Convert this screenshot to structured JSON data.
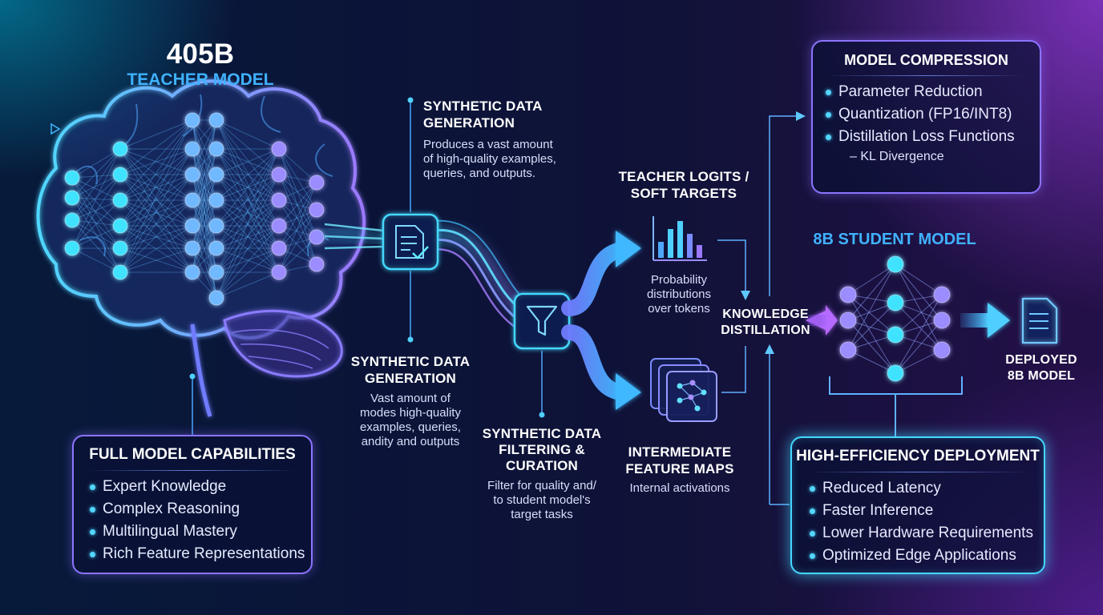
{
  "teacher": {
    "size": "405B",
    "label": "TEACHER MODEL"
  },
  "capabilities": {
    "title": "FULL MODEL CAPABILITIES",
    "items": [
      "Expert Knowledge",
      "Complex Reasoning",
      "Multilingual Mastery",
      "Rich Feature Representations"
    ]
  },
  "synthetic_top": {
    "title_line1": "SYNTHETIC DATA",
    "title_line2": "GENERATION",
    "desc_line1": "Produces a vast amount",
    "desc_line2": "of high-quality examples,",
    "desc_line3": "queries, and outputs."
  },
  "synthetic_bottom": {
    "title_line1": "SYNTHETIC DATA",
    "title_line2": "GENERATION",
    "desc_line1": "Vast amount of",
    "desc_line2": "modes high-quality",
    "desc_line3": "examples, queries,",
    "desc_line4": "andity and outputs"
  },
  "filtering": {
    "title_line1": "SYNTHETIC DATA",
    "title_line2": "FILTERING &",
    "title_line3": "CURATION",
    "desc_line1": "Filter for quality and/",
    "desc_line2": "to student model's",
    "desc_line3": "target tasks"
  },
  "logits": {
    "title_line1": "TEACHER LOGITS /",
    "title_line2": "SOFT TARGETS",
    "desc_line1": "Probability",
    "desc_line2": "distributions",
    "desc_line3": "over tokens"
  },
  "features": {
    "title_line1": "INTERMEDIATE",
    "title_line2": "FEATURE MAPS",
    "desc": "Internal activations"
  },
  "distillation": {
    "line1": "KNOWLEDGE",
    "line2": "DISTILLATION"
  },
  "compression": {
    "title": "MODEL COMPRESSION",
    "items": [
      "Parameter Reduction",
      "Quantization (FP16/INT8)",
      "Distillation Loss Functions"
    ],
    "sub_item": "– KL Divergence"
  },
  "student": {
    "label": "8B STUDENT MODEL"
  },
  "deployed": {
    "line1": "DEPLOYED",
    "line2": "8B MODEL"
  },
  "deployment": {
    "title": "HIGH-EFFICIENCY DEPLOYMENT",
    "items": [
      "Reduced Latency",
      "Faster Inference",
      "Lower Hardware Requirements",
      "Optimized Edge Applications"
    ]
  },
  "colors": {
    "cyan": "#45d8ff",
    "blue_heading": "#3fb2ff",
    "purple": "#8c74ff",
    "node_cyan": "#41e3ff",
    "node_purple": "#9b8cff"
  },
  "icons": {
    "teacher": "brain-network-icon",
    "generation": "document-check-icon",
    "filter": "funnel-icon",
    "logits": "bar-chart-icon",
    "features": "layered-network-icon",
    "deployed": "document-icon"
  }
}
